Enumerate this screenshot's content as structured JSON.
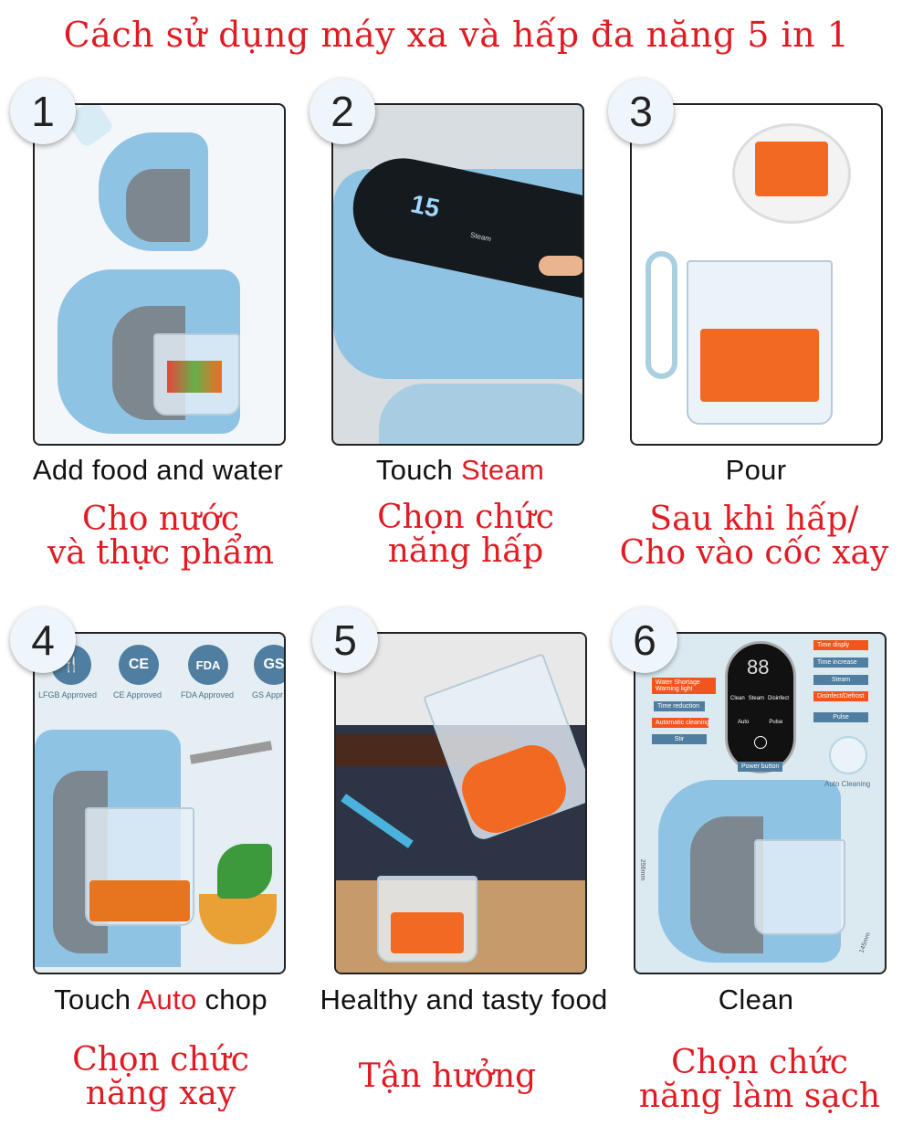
{
  "title": "Cách sử dụng máy xa và hấp đa năng 5 in 1",
  "steps": [
    {
      "number": "1",
      "en": "Add food and water",
      "vi1": "Cho nước",
      "vi2": "và thực phẩm"
    },
    {
      "number": "2",
      "en_pre": "Touch ",
      "en_hl": "Steam",
      "vi1": "Chọn chức",
      "vi2": "năng hấp",
      "display_time": "15",
      "display_label": "Steam"
    },
    {
      "number": "3",
      "en": "Pour",
      "vi1": "Sau khi hấp/",
      "vi2": "Cho vào cốc xay"
    },
    {
      "number": "4",
      "en_pre": "Touch ",
      "en_hl": "Auto",
      "en_post": " chop",
      "vi1": "Chọn chức",
      "vi2": "năng xay",
      "badges": [
        {
          "icon": "fork-glass-icon",
          "mark": "🍴",
          "label": "LFGB Approved"
        },
        {
          "icon": "ce-icon",
          "mark": "CE",
          "label": "CE Approved"
        },
        {
          "icon": "fda-icon",
          "mark": "FDA",
          "label": "FDA Approved"
        },
        {
          "icon": "gs-icon",
          "mark": "GS",
          "label": "GS Appr"
        }
      ]
    },
    {
      "number": "5",
      "en": "Healthy and tasty food",
      "vi1": "Tận hưởng"
    },
    {
      "number": "6",
      "en": "Clean",
      "vi1": "Chọn chức",
      "vi2": "năng làm sạch",
      "panel": {
        "display": "88",
        "buttons": [
          "Clean",
          "Steam",
          "Disinfect",
          "Auto",
          "Pulse"
        ],
        "labels": {
          "water": "Water Shortage Warning light",
          "time_display": "Time disply",
          "time_increase": "Time increase",
          "time_reduction": "Time reduction",
          "steam": "Steam",
          "auto_cleaning": "Automatic cleaning",
          "disinfect": "Disinfect/Defrost",
          "stir": "Stir",
          "pulse": "Pulse",
          "power": "Power button",
          "auto_cleaning_button": "Auto Cleaning",
          "height": "256mm",
          "width": "145mm"
        }
      }
    }
  ]
}
